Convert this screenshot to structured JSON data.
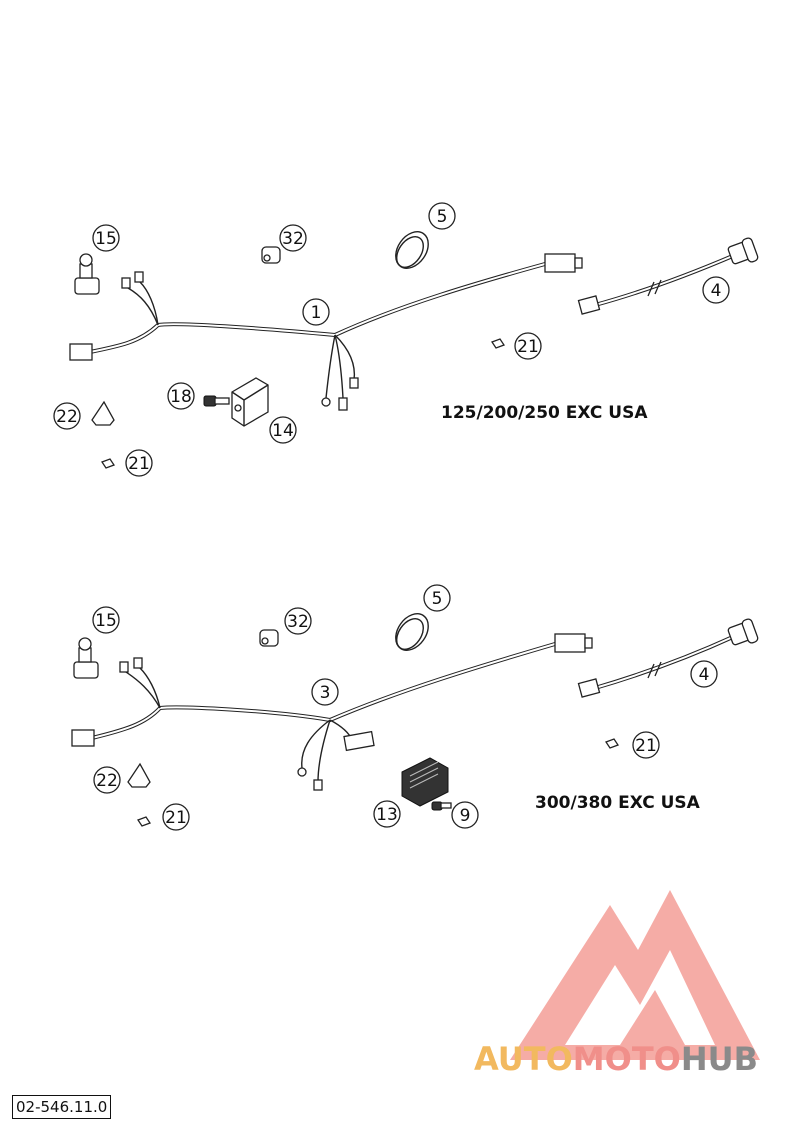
{
  "diagram": {
    "variants": [
      {
        "label": "125/200/250 EXC USA",
        "callouts": [
          {
            "id": "c15",
            "text": "15"
          },
          {
            "id": "c32",
            "text": "32"
          },
          {
            "id": "c5",
            "text": "5"
          },
          {
            "id": "c1",
            "text": "1"
          },
          {
            "id": "c4",
            "text": "4"
          },
          {
            "id": "c21a",
            "text": "21"
          },
          {
            "id": "c18",
            "text": "18"
          },
          {
            "id": "c22",
            "text": "22"
          },
          {
            "id": "c14",
            "text": "14"
          },
          {
            "id": "c21b",
            "text": "21"
          }
        ]
      },
      {
        "label": "300/380 EXC USA",
        "callouts": [
          {
            "id": "c15",
            "text": "15"
          },
          {
            "id": "c32",
            "text": "32"
          },
          {
            "id": "c5",
            "text": "5"
          },
          {
            "id": "c3",
            "text": "3"
          },
          {
            "id": "c4",
            "text": "4"
          },
          {
            "id": "c21a",
            "text": "21"
          },
          {
            "id": "c22",
            "text": "22"
          },
          {
            "id": "c21b",
            "text": "21"
          },
          {
            "id": "c13",
            "text": "13"
          },
          {
            "id": "c9",
            "text": "9"
          }
        ]
      }
    ],
    "document_number": "02-546.11.0"
  },
  "watermark": {
    "part1": "AUTO",
    "part2": "MOTO",
    "part3": "HUB",
    "colors": {
      "auto": "#f2b95f",
      "moto": "#f08f8a",
      "hub": "#8a8a8a",
      "mark": "#f4a39c"
    }
  }
}
